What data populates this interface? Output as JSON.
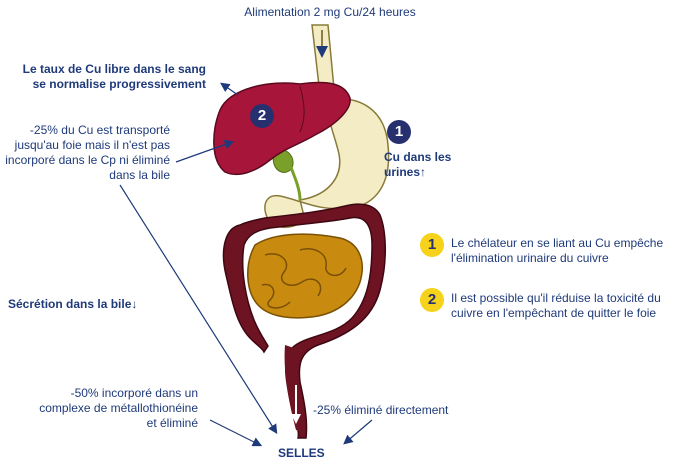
{
  "intake_label": "Alimentation 2 mg Cu/24 heures",
  "free_cu_note": "Le taux de Cu libre dans le sang se normalise progressivement",
  "liver_transport_note": "-25% du Cu est transporté jusqu'au foie mais il n'est pas incorporé dans le Cp ni éliminé dans la bile",
  "urine_label": "Cu dans les urines↑",
  "bile_label": "Sécrétion dans la bile↓",
  "metallothionein_note": "-50% incorporé dans un complexe de métallothionéine et éliminé",
  "direct_elimination_note": "-25% éliminé directement",
  "stool_label": "SELLES",
  "liver_badge": "2",
  "kidney_badge": "1",
  "legend": [
    {
      "number": "1",
      "text": "Le chélateur en se liant au Cu empêche l'élimination urinaire du cuivre"
    },
    {
      "number": "2",
      "text": "Il est possible qu'il réduise la toxicité du cuivre en l'empêchant de quitter le foie"
    }
  ],
  "colors": {
    "text": "#1f3a7a",
    "liver": "#a8153a",
    "intestine": "#6e1322",
    "small_intestine": "#c98a10",
    "stomach": "#f3ecc4",
    "badge_navy": "#27306e",
    "badge_yellow": "#f6d21a"
  }
}
